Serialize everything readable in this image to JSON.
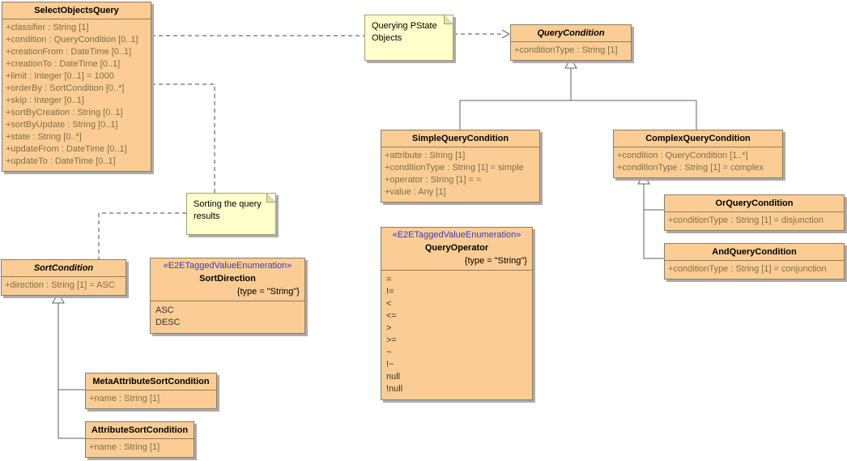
{
  "colors": {
    "class_fill": "#FBCD94",
    "class_border": "#8A7E5F",
    "note_fill": "#FFFFCC",
    "note_border": "#A2A26B",
    "shadow": "#ABABAB",
    "attribute_text": "#7C6F4A",
    "stereotype_text": "#3A3ABF",
    "generalization_line": "#606060",
    "dashed_line": "#474747"
  },
  "classes": {
    "selectObjectsQuery": {
      "name": "SelectObjectsQuery",
      "attributes": [
        "+classifier : String [1]",
        "+condition : QueryCondition [0..1]",
        "+creationFrom : DateTime [0..1]",
        "+creationTo : DateTime [0..1]",
        "+limit : Integer [0..1] = 1000",
        "+orderBy : SortCondition [0..*]",
        "+skip : Integer [0..1]",
        "+sortByCreation : String [0..1]",
        "+sortByUpdate : String [0..1]",
        "+state : String [0..*]",
        "+updateFrom : DateTime [0..1]",
        "+updateTo : DateTime [0..1]"
      ]
    },
    "queryCondition": {
      "name": "QueryCondition",
      "attributes": [
        "+conditionType : String [1]"
      ]
    },
    "simpleQueryCondition": {
      "name": "SimpleQueryCondition",
      "attributes": [
        "+attribute : String [1]",
        "+conditionType : String [1] = simple",
        "+operator : String [1] = =",
        "+value : Any [1]"
      ]
    },
    "complexQueryCondition": {
      "name": "ComplexQueryCondition",
      "attributes": [
        "+condition : QueryCondition [1..*]",
        "+conditionType : String [1] = complex"
      ]
    },
    "orQueryCondition": {
      "name": "OrQueryCondition",
      "attributes": [
        "+conditionType : String [1] = disjunction"
      ]
    },
    "andQueryCondition": {
      "name": "AndQueryCondition",
      "attributes": [
        "+conditionType : String [1] = conjunction"
      ]
    },
    "sortCondition": {
      "name": "SortCondition",
      "attributes": [
        "+direction : String [1] = ASC"
      ]
    },
    "metaAttributeSortCondition": {
      "name": "MetaAttributeSortCondition",
      "attributes": [
        "+name : String [1]"
      ]
    },
    "attributeSortCondition": {
      "name": "AttributeSortCondition",
      "attributes": [
        "+name : String [1]"
      ]
    }
  },
  "enumerations": {
    "sortDirection": {
      "stereotype": "«E2ETaggedValueEnumeration»",
      "name": "SortDirection",
      "tag": "{type = \"String\"}",
      "values": [
        "ASC",
        "DESC"
      ]
    },
    "queryOperator": {
      "stereotype": "«E2ETaggedValueEnumeration»",
      "name": "QueryOperator",
      "tag": "{type = \"String\"}",
      "values": [
        "=",
        "!=",
        "<",
        "<=",
        ">",
        ">=",
        "~",
        "!~",
        "null",
        "!null"
      ]
    }
  },
  "notes": {
    "querying": {
      "line1": "Querying PState",
      "line2": "Objects"
    },
    "sorting": {
      "line1": "Sorting the query",
      "line2": "results"
    }
  }
}
